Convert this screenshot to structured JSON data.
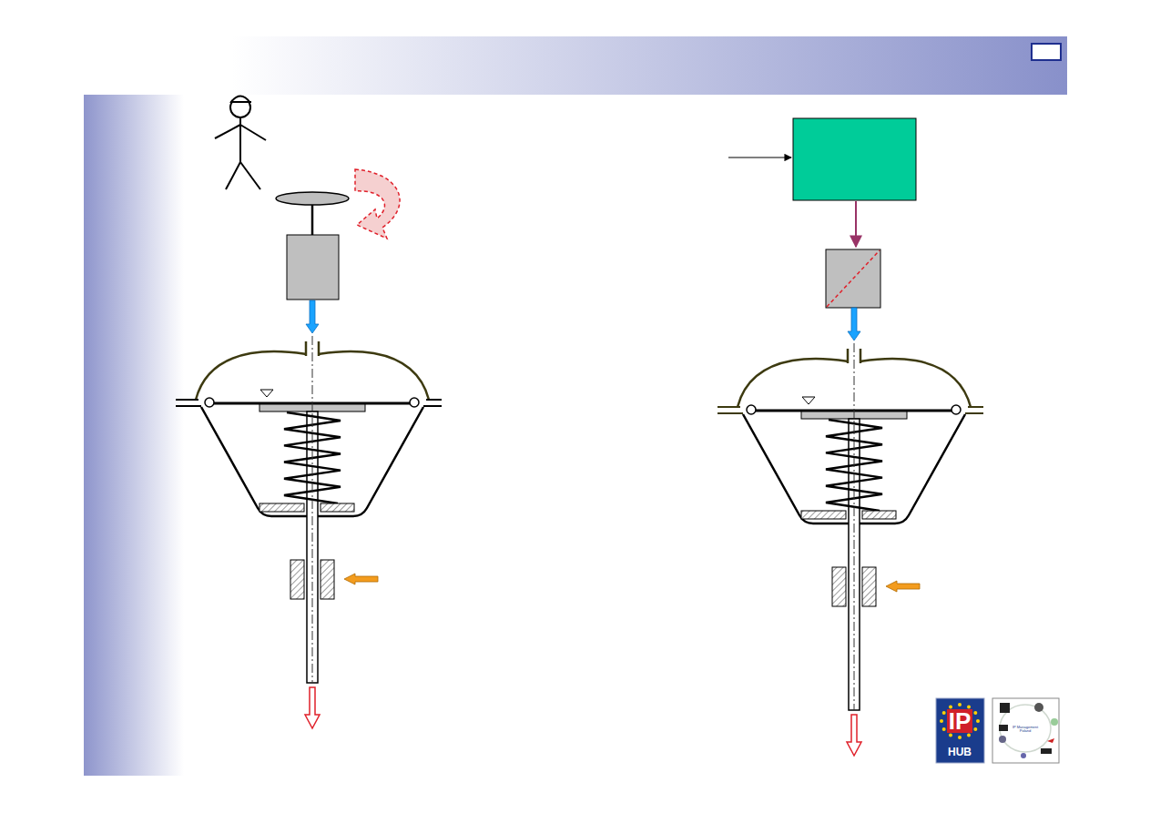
{
  "diagram": {
    "labels": [
      "IP",
      "HUB",
      "IP Management Poland"
    ]
  }
}
